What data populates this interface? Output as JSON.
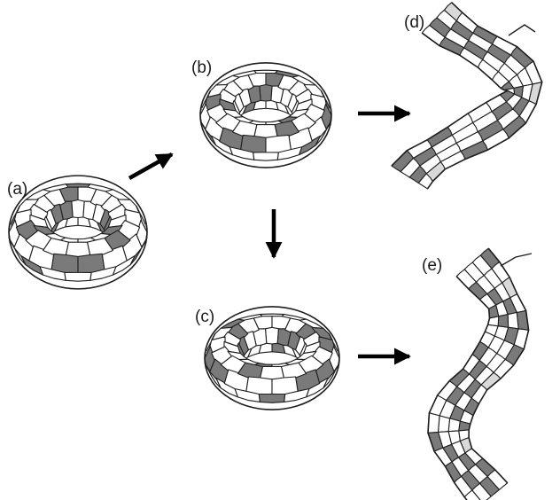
{
  "figure": {
    "panels": [
      {
        "id": "a",
        "label": "(a)",
        "shape": "torus"
      },
      {
        "id": "b",
        "label": "(b)",
        "shape": "torus"
      },
      {
        "id": "c",
        "label": "(c)",
        "shape": "torus"
      },
      {
        "id": "d",
        "label": "(d)",
        "shape": "helix"
      },
      {
        "id": "e",
        "label": "(e)",
        "shape": "helix"
      }
    ],
    "arrows": [
      {
        "from": "a",
        "to": "b"
      },
      {
        "from": "b",
        "to": "c"
      },
      {
        "from": "b",
        "to": "d"
      },
      {
        "from": "c",
        "to": "e"
      }
    ],
    "colors": {
      "pentagon_fill": "#7a7a7a",
      "hexagon_fill": "#ffffff",
      "back_face": "#d9d9d9",
      "edge": "#1e1e1e",
      "back_edge": "#b5b5b5",
      "arrow": "#000000"
    }
  }
}
